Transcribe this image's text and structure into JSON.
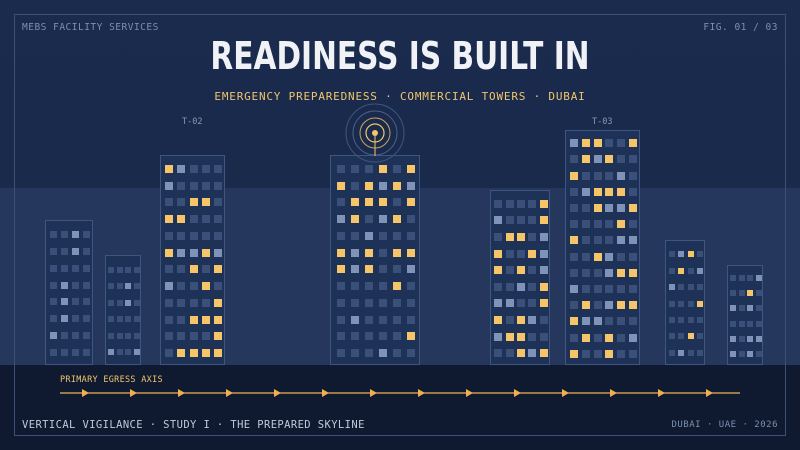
{
  "header": {
    "brand": "MEBS FACILITY SERVICES",
    "figure": "FIG. 01 / 03",
    "title": "READINESS IS BUILT IN",
    "subtitle": "EMERGENCY PREPAREDNESS · COMMERCIAL TOWERS · DUBAI"
  },
  "towers": {
    "left_tag": "T-02",
    "right_tag": "T-03"
  },
  "egress": {
    "label": "PRIMARY EGRESS AXIS"
  },
  "footer": {
    "left": "VERTICAL VIGILANCE · STUDY I · THE PREPARED SKYLINE",
    "right": "DUBAI · UAE · 2026"
  },
  "colors": {
    "window_lit": "#f6c56a",
    "window_pale": "#7e93b7",
    "window_dark": "#3a5078",
    "accent": "#f0b04e"
  }
}
